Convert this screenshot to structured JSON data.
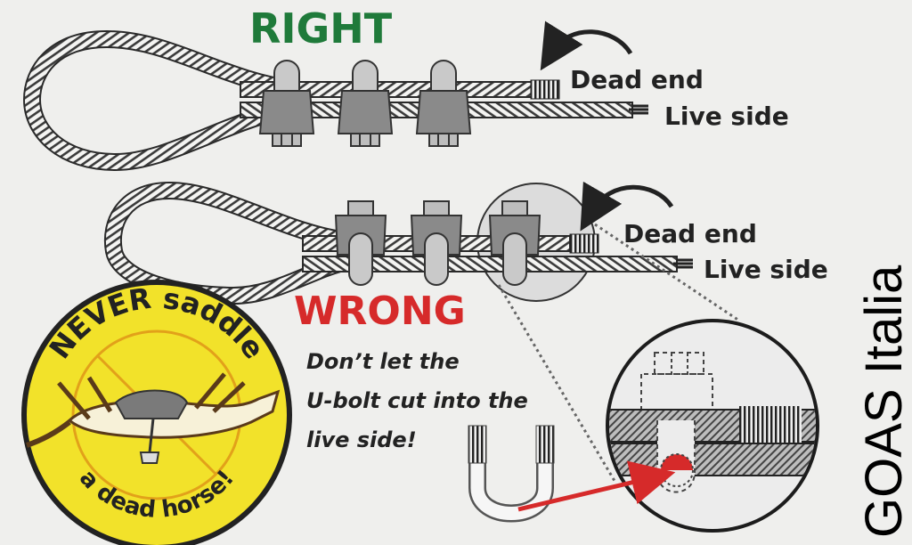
{
  "colors": {
    "right": "#1f7a3a",
    "wrong": "#d62a2a",
    "badge_fill": "#f2e22a",
    "badge_ring": "#222222",
    "arrow_red": "#d62a2a",
    "background": "#efefed"
  },
  "right_section": {
    "title": "RIGHT",
    "dead_end_label": "Dead end",
    "live_side_label": "Live side"
  },
  "wrong_section": {
    "title": "WRONG",
    "dead_end_label": "Dead end",
    "live_side_label": "Live side",
    "caption_line1": "Don’t let the",
    "caption_line2": "U-bolt cut into the",
    "caption_line3": "live side!"
  },
  "badge": {
    "top_text": "NEVER saddle",
    "bottom_text": "a dead horse!",
    "icon": "dead-horse-saddle-icon"
  },
  "brand": {
    "text": "GOAS Italia"
  }
}
